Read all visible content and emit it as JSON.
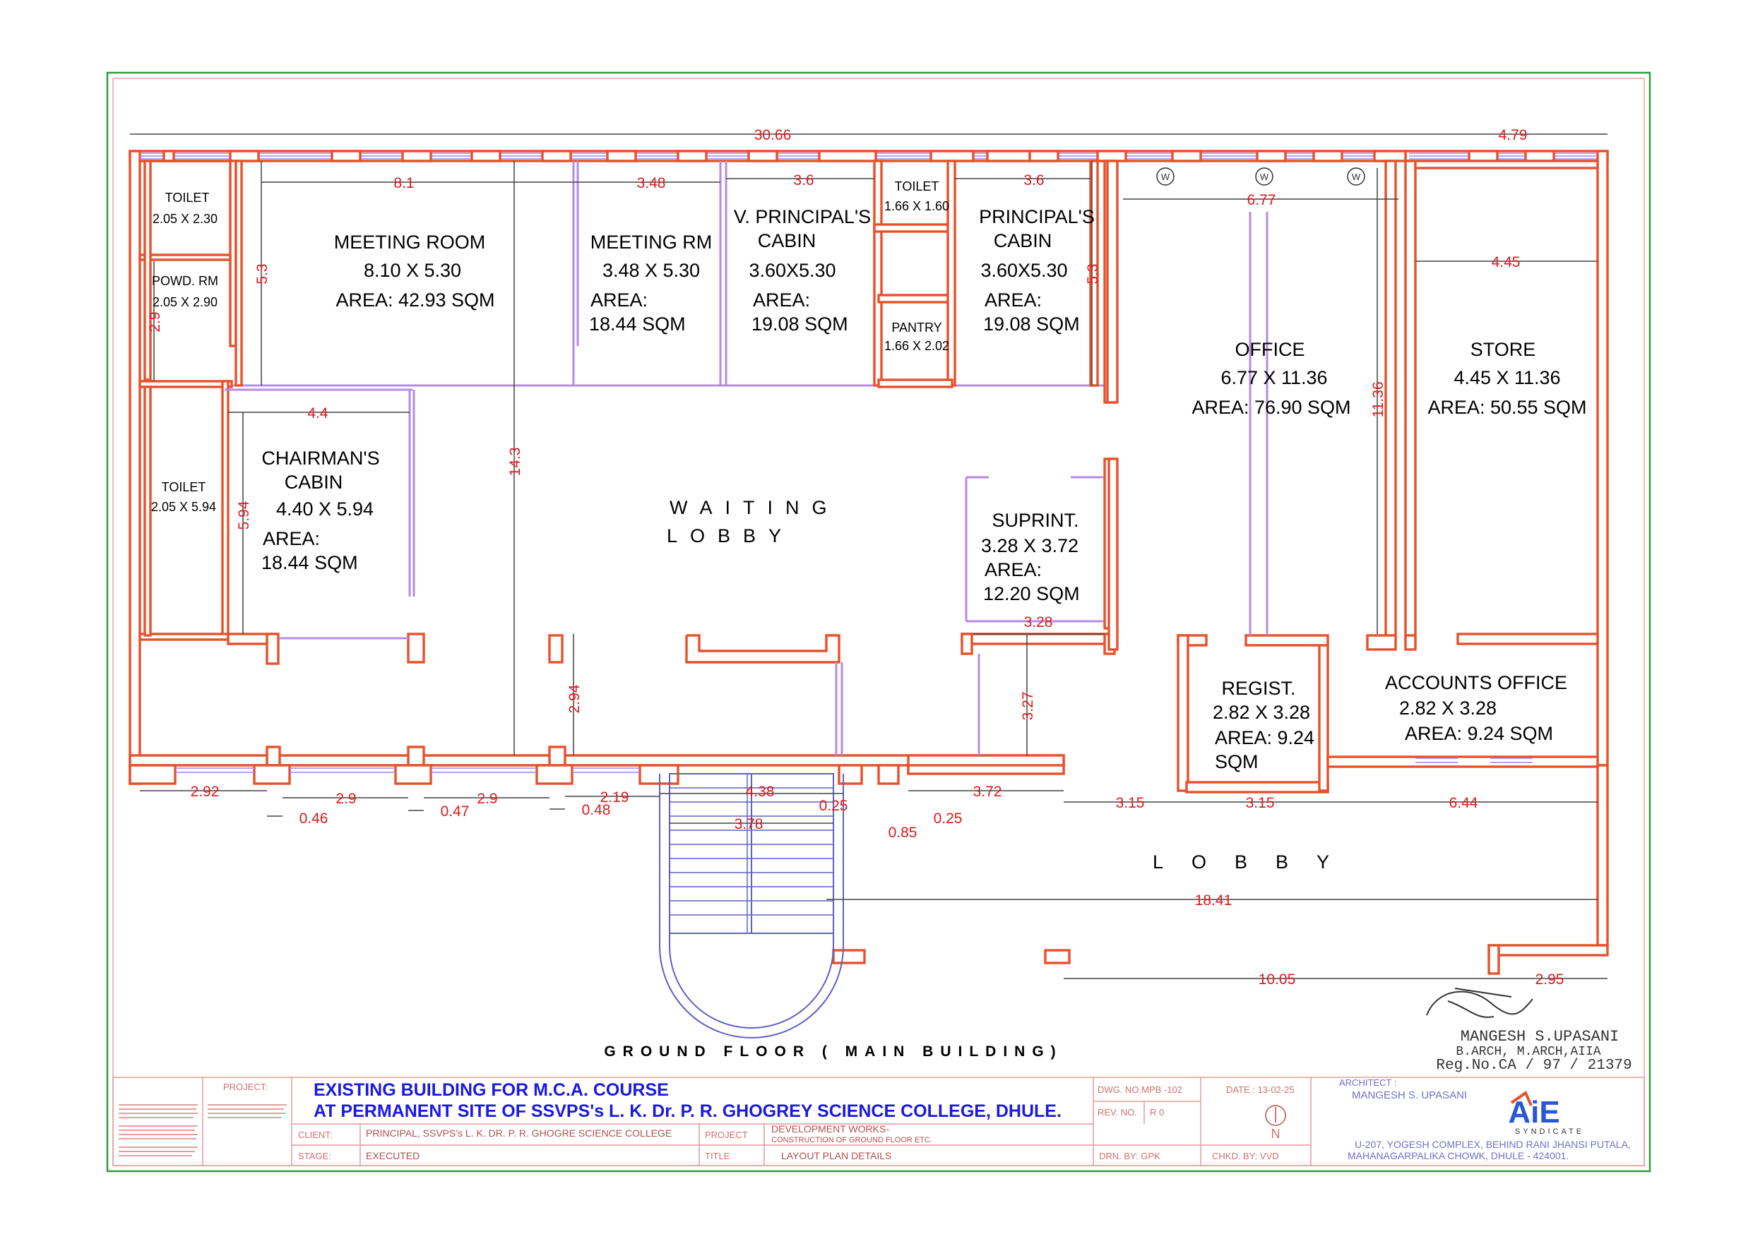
{
  "rooms": {
    "toilet1": {
      "name": "TOILET",
      "size": "2.05 X 2.30"
    },
    "powder": {
      "name": "POWD. RM",
      "size": "2.05 X 2.90"
    },
    "meeting_room": {
      "name": "MEETING ROOM",
      "size": "8.10 X 5.30",
      "area": "AREA: 42.93 SQM"
    },
    "meeting_rm": {
      "name": "MEETING RM",
      "size": "3.48 X 5.30",
      "area1": "AREA:",
      "area2": "18.44 SQM"
    },
    "vp_cabin": {
      "name1": "V. PRINCIPAL'S",
      "name2": "CABIN",
      "size": "3.60X5.30",
      "area1": "AREA:",
      "area2": "19.08 SQM"
    },
    "toilet2": {
      "name": "TOILET",
      "size": "1.66 X 1.60"
    },
    "pantry": {
      "name": "PANTRY",
      "size": "1.66 X 2.02"
    },
    "p_cabin": {
      "name1": "PRINCIPAL'S",
      "name2": "CABIN",
      "size": "3.60X5.30",
      "area1": "AREA:",
      "area2": "19.08 SQM"
    },
    "office": {
      "name": "OFFICE",
      "size": "6.77 X 11.36",
      "area": "AREA: 76.90 SQM"
    },
    "store": {
      "name": "STORE",
      "size": "4.45 X 11.36",
      "area": "AREA: 50.55 SQM"
    },
    "toilet3": {
      "name": "TOILET",
      "size": "2.05 X 5.94"
    },
    "chairman": {
      "name1": "CHAIRMAN'S",
      "name2": "CABIN",
      "size": "4.40 X 5.94",
      "area1": "AREA:",
      "area2": "18.44 SQM"
    },
    "waiting": {
      "line1": "WAITING",
      "line2": "LOBBY"
    },
    "suprint": {
      "name": "SUPRINT.",
      "size": "3.28 X 3.72",
      "area1": "AREA:",
      "area2": "12.20 SQM"
    },
    "regist": {
      "name": "REGIST.",
      "size": "2.82 X 3.28",
      "area1": "AREA: 9.24",
      "area2": "SQM"
    },
    "accounts": {
      "name": "ACCOUNTS OFFICE",
      "size": "2.82 X 3.28",
      "area": "AREA: 9.24 SQM"
    },
    "lobby": {
      "label": "LOBBY"
    }
  },
  "window_marks": {
    "w1": "W",
    "w2": "W",
    "w3": "W"
  },
  "dimensions": {
    "d_30_66": "30.66",
    "d_4_79": "4.79",
    "d_8_1": "8.1",
    "d_3_48": "3.48",
    "d_3_6a": "3.6",
    "d_3_6b": "3.6",
    "d_6_77": "6.77",
    "d_4_45": "4.45",
    "d_5_3a": "5.3",
    "d_5_3b": "5.3",
    "d_2_9v": "2.9",
    "d_11_36": "11.36",
    "d_4_4": "4.4",
    "d_5_94": "5.94",
    "d_14_3": "14.3",
    "d_3_28": "3.28",
    "d_3_27": "3.27",
    "d_2_94": "2.94",
    "d_2_92": "2.92",
    "d_2_9a": "2.9",
    "d_2_9b": "2.9",
    "d_2_19": "2.19",
    "d_0_46": "0.46",
    "d_0_47": "0.47",
    "d_0_48": "0.48",
    "d_4_38": "4.38",
    "d_3_78": "3.78",
    "d_0_25a": "0.25",
    "d_0_85": "0.85",
    "d_0_25b": "0.25",
    "d_3_72": "3.72",
    "d_3_15a": "3.15",
    "d_3_15b": "3.15",
    "d_6_44": "6.44",
    "d_18_41": "18.41",
    "d_10_05": "10.05",
    "d_2_95": "2.95"
  },
  "drawing_title": "GROUND FLOOR ( MAIN BUILDING)",
  "signature": {
    "name": "MANGESH S.UPASANI",
    "quals": "B.ARCH, M.ARCH,AIIA",
    "reg": "Reg.No.CA / 97 / 21379"
  },
  "title_block": {
    "project_label": "PROJECT:",
    "project_line1": "EXISTING BUILDING FOR M.C.A. COURSE",
    "project_line2": "AT PERMANENT SITE OF SSVPS's L. K. Dr. P. R. GHOGREY SCIENCE COLLEGE, DHULE.",
    "client_label": "CLIENT:",
    "client_value": "PRINCIPAL, SSVPS's L. K. DR. P. R. GHOGRE SCIENCE COLLEGE",
    "project2_label": "PROJECT",
    "project2_value1": "DEVELOPMENT WORKS-",
    "project2_value2": "CONSTRUCTION OF GROUND FLOOR ETC.",
    "stage_label": "STAGE:",
    "stage_value": "EXECUTED",
    "title_label": "TITLE",
    "title_value": "LAYOUT PLAN DETAILS",
    "dwg_no": "DWG. NO.MPB -102",
    "date": "DATE : 13-02-25",
    "rev_no_label": "REV. NO.",
    "rev_no_value": "R 0",
    "north": "N",
    "drn_by": "DRN. BY: GPK",
    "chkd_by": "CHKD. BY: VVD",
    "architect_label": "ARCHITECT :",
    "architect_name": "MANGESH S. UPASANI",
    "logo_text": "AiE",
    "logo_sub": "SYNDICATE",
    "address1": "U-207, YOGESH COMPLEX, BEHIND RANI JHANSI PUTALA,",
    "address2": "MAHANAGARPALIKA CHOWK, DHULE - 424001."
  }
}
